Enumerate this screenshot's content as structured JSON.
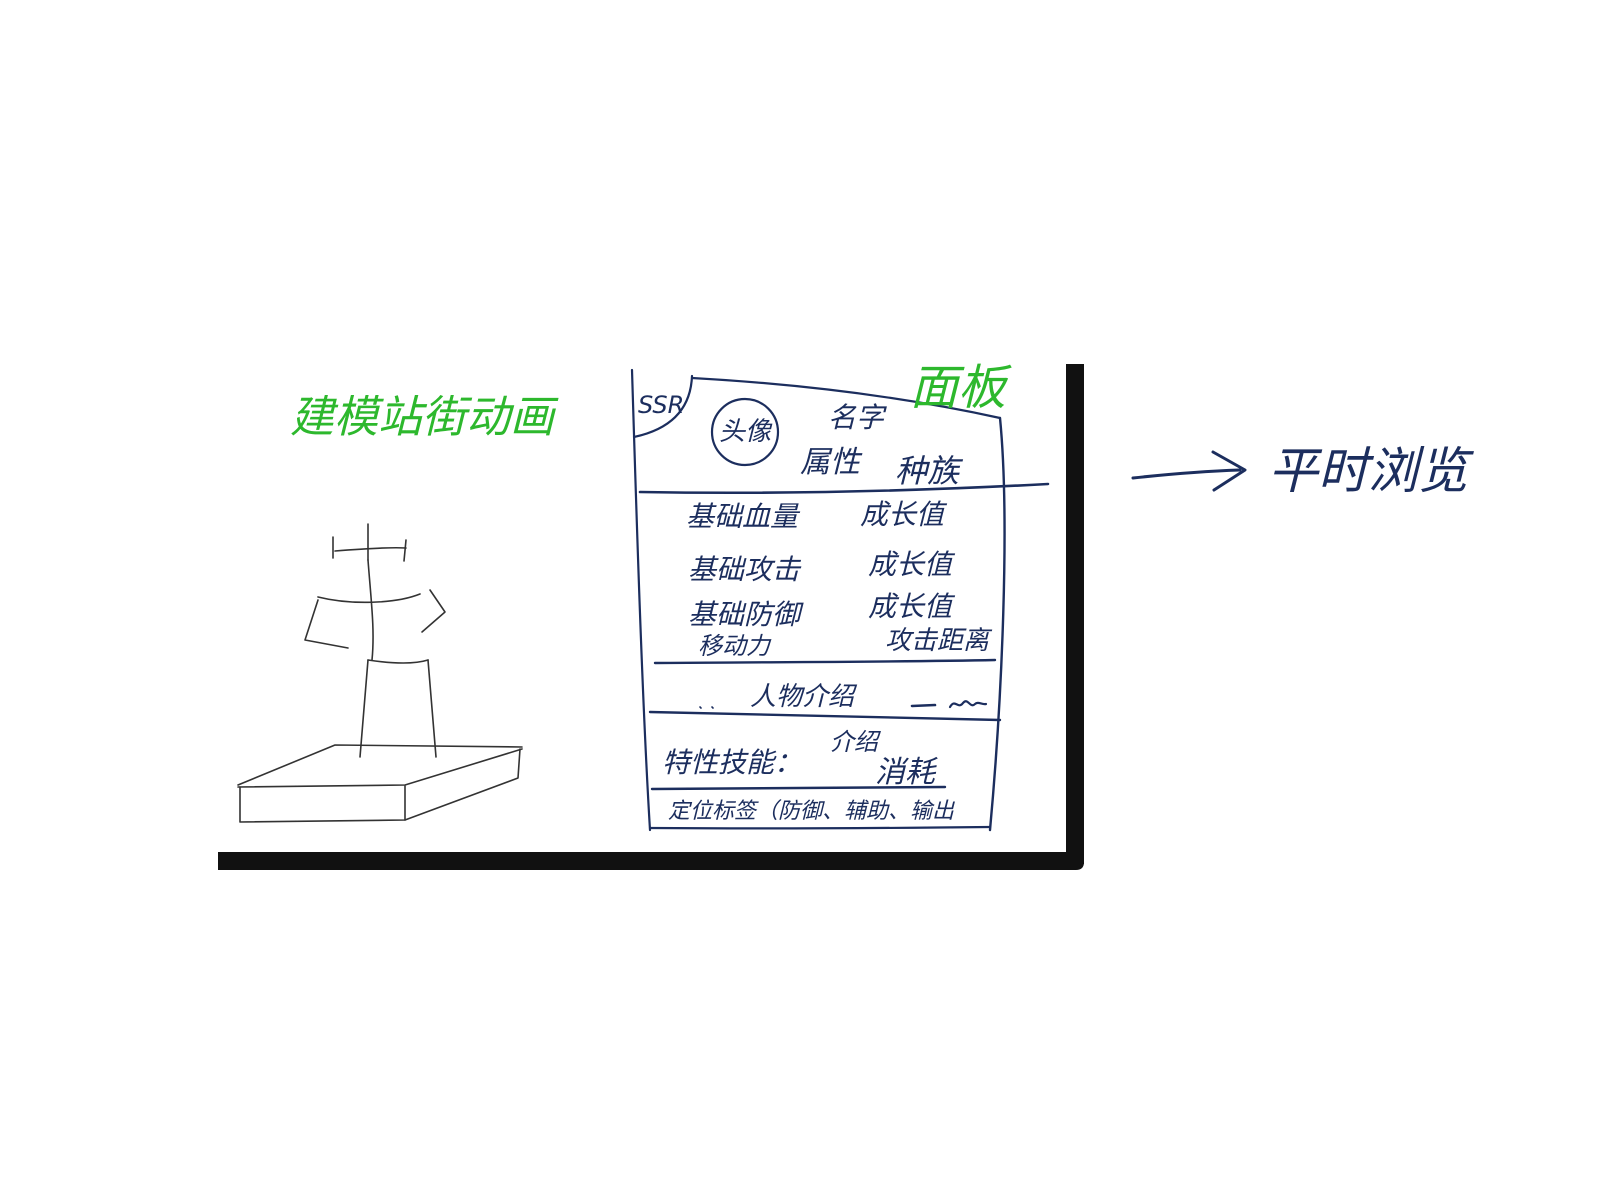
{
  "notes": {
    "modeling_animation": "建模站街动画",
    "panel": "面板"
  },
  "panel": {
    "rarity": "SSR",
    "avatar": "头像",
    "name": "名字",
    "attribute": "属性",
    "race": "种族",
    "stats": [
      {
        "label": "基础血量",
        "value": "成长值"
      },
      {
        "label": "基础攻击",
        "value": "成长值"
      },
      {
        "label": "基础防御",
        "value": "成长值"
      },
      {
        "label": "移动力",
        "value": "攻击距离"
      }
    ],
    "intro": "人物介绍",
    "skill": {
      "label": "特性技能：",
      "intro": "介绍",
      "cost": "消耗"
    },
    "tags": "定位标签（防御、辅助、输出"
  },
  "browse": {
    "label": "平时浏览",
    "arrow_icon": "arrow-right-icon"
  },
  "colors": {
    "ink": "#1c2e5e",
    "green": "#2db82d",
    "frame": "#111111",
    "sketch": "#333333"
  }
}
